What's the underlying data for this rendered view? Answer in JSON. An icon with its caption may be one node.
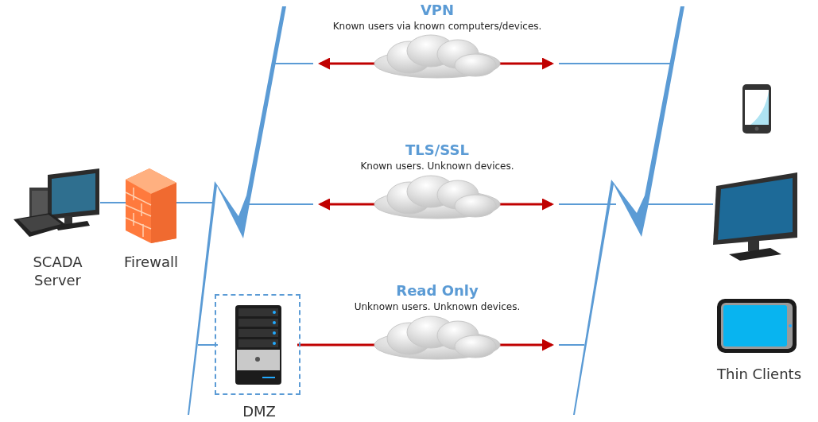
{
  "diagram": {
    "nodes": [
      {
        "text": [
          "SCADA Server"
        ]
      },
      {
        "text": [
          "Firewall"
        ]
      },
      {
        "text": [
          "DMZ"
        ]
      },
      {
        "text": [],
        "shape": "picture",
        "in": 2
      },
      {
        "text": [],
        "shape": "cloud"
      },
      {
        "text": [],
        "shape": "cloud"
      },
      {
        "text": [],
        "shape": "cloud"
      },
      {
        "text": [],
        "shape": "picture"
      },
      {
        "text": [],
        "shape": "picture"
      },
      {
        "text": [],
        "shape": "picture"
      }
    ],
    "edges": [
      {
        "from": 0,
        "to": 1,
        "arrow": "none",
        "color": "#5b9bd5"
      },
      {
        "from": 1,
        "to": null,
        "arrow": "none",
        "color": "#5b9bd5"
      },
      {
        "from": 4,
        "to": null,
        "arrow": "to"
      },
      {
        "from": 4,
        "to": null,
        "arrow": "to"
      },
      {
        "from": 5,
        "to": null,
        "arrow": "to"
      },
      {
        "from": 5,
        "to": null,
        "arrow": "to"
      },
      {
        "from": null,
        "to": 8,
        "arrow": "none",
        "color": "#5b9bd5"
      },
      {
        "from": null,
        "to": 2,
        "arrow": "none",
        "color": "#5b9bd5"
      },
      {
        "from": 2,
        "to": 6,
        "arrow": "none"
      },
      {
        "from": 6,
        "to": null,
        "arrow": "to"
      }
    ],
    "labels": [
      "VPN",
      "Known users via known computers/devices.",
      "TLS/SSL",
      "Known users. Unknown devices.",
      "Read Only",
      "Unknown users. Unknown devices.",
      "Thin Clients"
    ]
  }
}
